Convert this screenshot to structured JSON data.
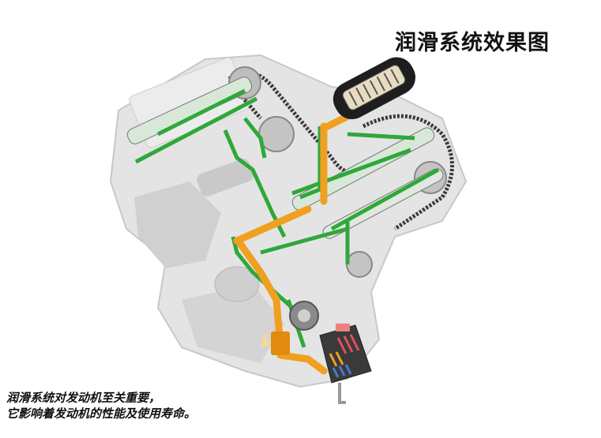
{
  "title": "润滑系统效果图",
  "caption": {
    "line1": "润滑系统对发动机至关重要，",
    "line2": "它影响着发动机的性能及使用寿命。"
  },
  "illustration": {
    "subject": "V-engine cutaway with lubrication circuit",
    "components": [
      "engine-block",
      "camshafts",
      "timing-chain",
      "oil-filter-housing",
      "oil-pump",
      "oil-cooler",
      "oil-pickup"
    ],
    "colors": {
      "block": "#d9d9d9",
      "block_shade": "#bdbdbd",
      "pressure_line": "#f0a020",
      "distribution_line": "#2fa83a",
      "chain": "#3a3a3a",
      "filter_housing": "#1e1e1e",
      "filter_insert": "#e8dcc0",
      "cooler_hot": "#e0505a",
      "cooler_cold": "#4a78d0"
    }
  }
}
